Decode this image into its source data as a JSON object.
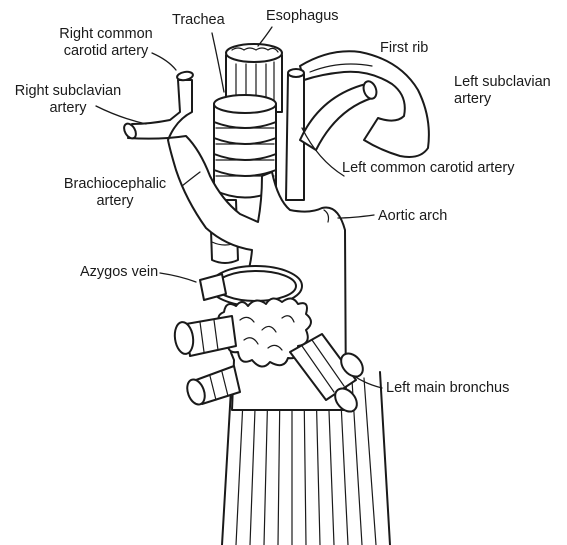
{
  "labels": {
    "right_common_carotid": [
      "Right common",
      "carotid artery"
    ],
    "trachea": "Trachea",
    "esophagus": "Esophagus",
    "first_rib": "First rib",
    "left_subclavian": [
      "Left subclavian",
      "artery"
    ],
    "right_subclavian": [
      "Right subclavian",
      "artery"
    ],
    "brachiocephalic": [
      "Brachiocephalic",
      "artery"
    ],
    "left_common_carotid": "Left common carotid artery",
    "aortic_arch": "Aortic arch",
    "azygos_vein": "Azygos vein",
    "left_main_bronchus": "Left main bronchus"
  },
  "colors": {
    "ink": "#1a1a1a",
    "background": "#ffffff"
  }
}
